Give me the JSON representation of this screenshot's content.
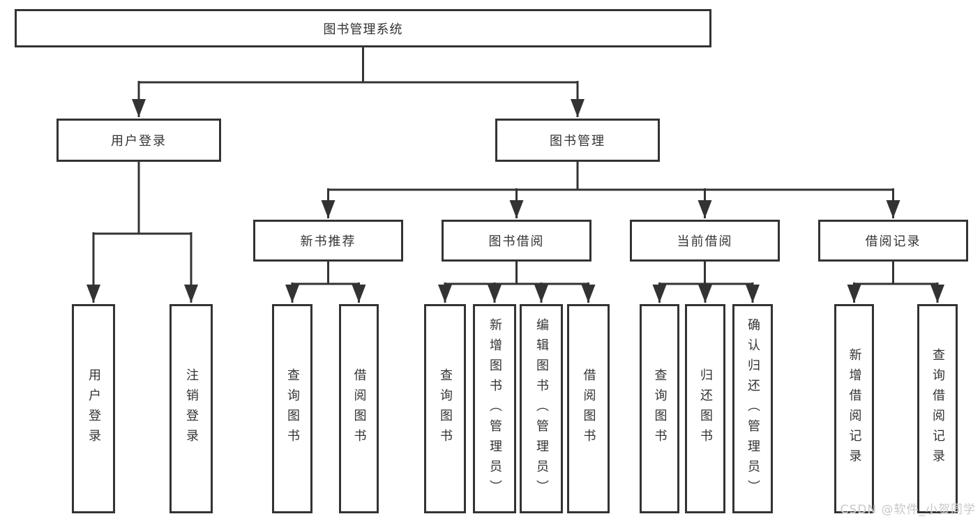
{
  "nodes": {
    "root": "图书管理系统",
    "user_login": "用户登录",
    "book_management": "图书管理",
    "new_book_recommend": "新书推荐",
    "book_borrowing": "图书借阅",
    "current_borrowing": "当前借阅",
    "borrowing_records": "借阅记录",
    "user_login_leaf": "用户登录",
    "logout_leaf": "注销登录",
    "query_books_1": "查询图书",
    "borrow_books_1": "借阅图书",
    "query_books_2": "查询图书",
    "add_books_admin": "新增图书（管理员）",
    "edit_books_admin": "编辑图书（管理员）",
    "borrow_books_2": "借阅图书",
    "query_books_3": "查询图书",
    "return_books": "归还图书",
    "confirm_return_admin": "确认归还（管理员）",
    "add_borrow_record": "新增借阅记录",
    "query_borrow_record": "查询借阅记录"
  },
  "watermark": "CSDN @软件_小贺同学",
  "colors": {
    "line": "#333333",
    "text": "#333333",
    "box_background": "#ffffff",
    "page_background": "#ffffff",
    "watermark": "#c8c8c8"
  }
}
